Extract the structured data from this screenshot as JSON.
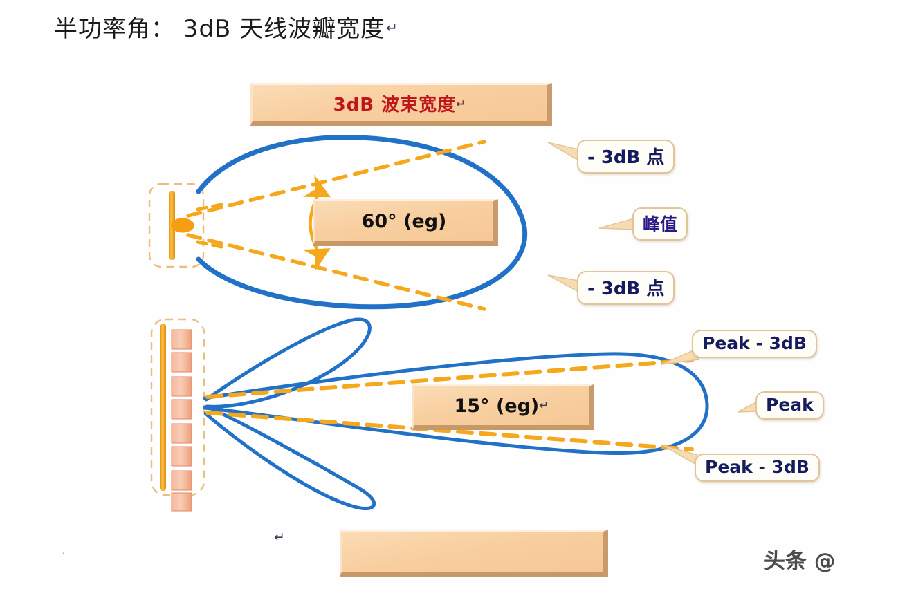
{
  "page": {
    "title": "半功率角：  3dB  天线波瓣宽度",
    "title_pilcrow": "↵",
    "watermark": "头条 @",
    "background_color": "#ffffff"
  },
  "colors": {
    "lobe_blue": "#2171c7",
    "beam_dash_gold": "#f5a81c",
    "box_fill": "#f8cfa0",
    "box_shadow": "#c79968",
    "title_red": "#c0161b",
    "callout_navy": "#141b5e",
    "antenna_orange": "#f5a623",
    "element_salmon": "#f4a483"
  },
  "boxes": {
    "beamwidth_title": {
      "label": "3dB  波束宽度",
      "pilcrow": "↵"
    },
    "angle_wide": {
      "label": "60° (eg)",
      "pilcrow": ""
    },
    "angle_narrow": {
      "label": "15° (eg)",
      "pilcrow": "↵"
    },
    "footer": {
      "label": ""
    }
  },
  "callouts": [
    {
      "id": "top-minus3db",
      "label": "- 3dB 点",
      "pilcrow": ""
    },
    {
      "id": "peak",
      "label": "峰值",
      "pilcrow": ""
    },
    {
      "id": "bottom-minus3db",
      "label": "- 3dB 点",
      "pilcrow": ""
    },
    {
      "id": "peak-minus3db-top",
      "label": "Peak - 3dB",
      "pilcrow": ""
    },
    {
      "id": "peak-low",
      "label": "Peak",
      "pilcrow": ""
    },
    {
      "id": "peak-minus3db-bot",
      "label": "Peak - 3dB",
      "pilcrow": ""
    }
  ],
  "strays": {
    "footer_pilcrow": "↵",
    "corner_pilcrow": "."
  },
  "diagram": {
    "top_pattern": {
      "type": "broad-beam-radiation-lobe",
      "beamwidth_deg": 60,
      "antenna": "single-element-dipole",
      "element_count": 1
    },
    "bottom_pattern": {
      "type": "narrow-beam-radiation-lobe-with-sidelobes",
      "beamwidth_deg": 15,
      "antenna": "vertical-array",
      "element_count": 8,
      "sidelobe_count": 2
    }
  }
}
